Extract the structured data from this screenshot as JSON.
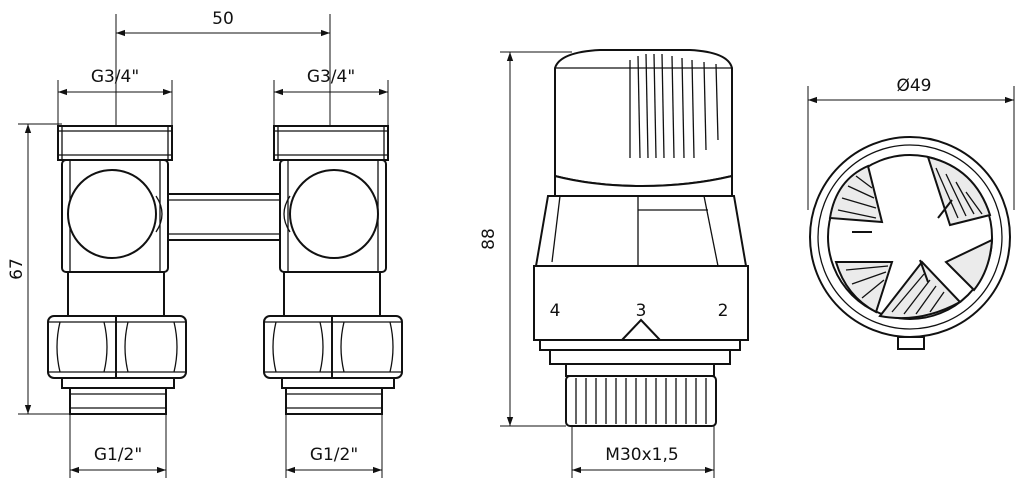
{
  "dimensions": {
    "outlet_spacing": "50",
    "thread_top_left": "G3/4\"",
    "thread_top_right": "G3/4\"",
    "height_valve": "67",
    "thread_bottom_left": "G1/2\"",
    "thread_bottom_right": "G1/2\"",
    "height_head": "88",
    "head_thread": "M30x1,5",
    "diameter": "Ø49"
  },
  "scale": {
    "mark_left": "4",
    "mark_center": "3",
    "mark_right": "2"
  }
}
